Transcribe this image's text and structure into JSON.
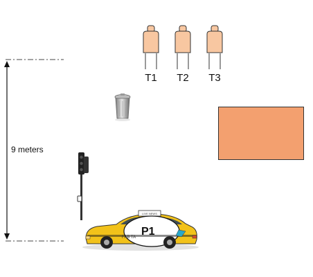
{
  "distance": {
    "label": "9 meters"
  },
  "targets": [
    {
      "label": "T1"
    },
    {
      "label": "T2"
    },
    {
      "label": "T3"
    }
  ],
  "vehicle": {
    "label": "P1",
    "door_text": "FAB TA",
    "sign_text": "LIVE NEWS"
  },
  "colors": {
    "target": "#f8c7a1",
    "cover": "#f3a06f",
    "taxi": "#f2c21a"
  },
  "icons": [
    "trash-can-icon",
    "traffic-light-icon",
    "taxi-icon",
    "target-silhouette-icon"
  ]
}
